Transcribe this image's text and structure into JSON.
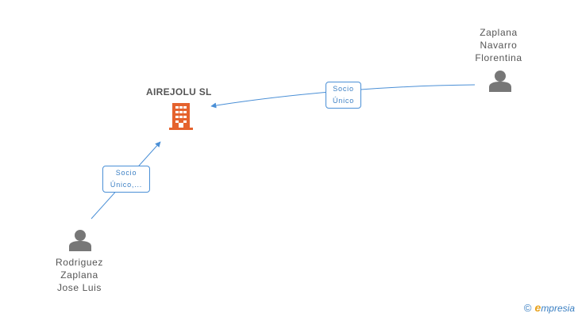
{
  "company": {
    "name": "AIREJOLU SL",
    "icon": "building-icon",
    "color": "#e5622d"
  },
  "persons": [
    {
      "id": "zaplana",
      "lines": [
        "Zaplana",
        "Navarro",
        "Florentina"
      ],
      "icon": "person-icon"
    },
    {
      "id": "rodriguez",
      "lines": [
        "Rodriguez",
        "Zaplana",
        "Jose Luis"
      ],
      "icon": "person-icon"
    }
  ],
  "relations": [
    {
      "from": "zaplana",
      "to": "company",
      "label_lines": [
        "Socio",
        "Único"
      ]
    },
    {
      "from": "rodriguez",
      "to": "company",
      "label_lines": [
        "Socio",
        "Único,..."
      ]
    }
  ],
  "colors": {
    "edge": "#4a8fd6",
    "person_icon": "#777777",
    "text": "#555555"
  },
  "brand": {
    "copyright_symbol": "©",
    "initial": "e",
    "rest": "mpresia"
  }
}
